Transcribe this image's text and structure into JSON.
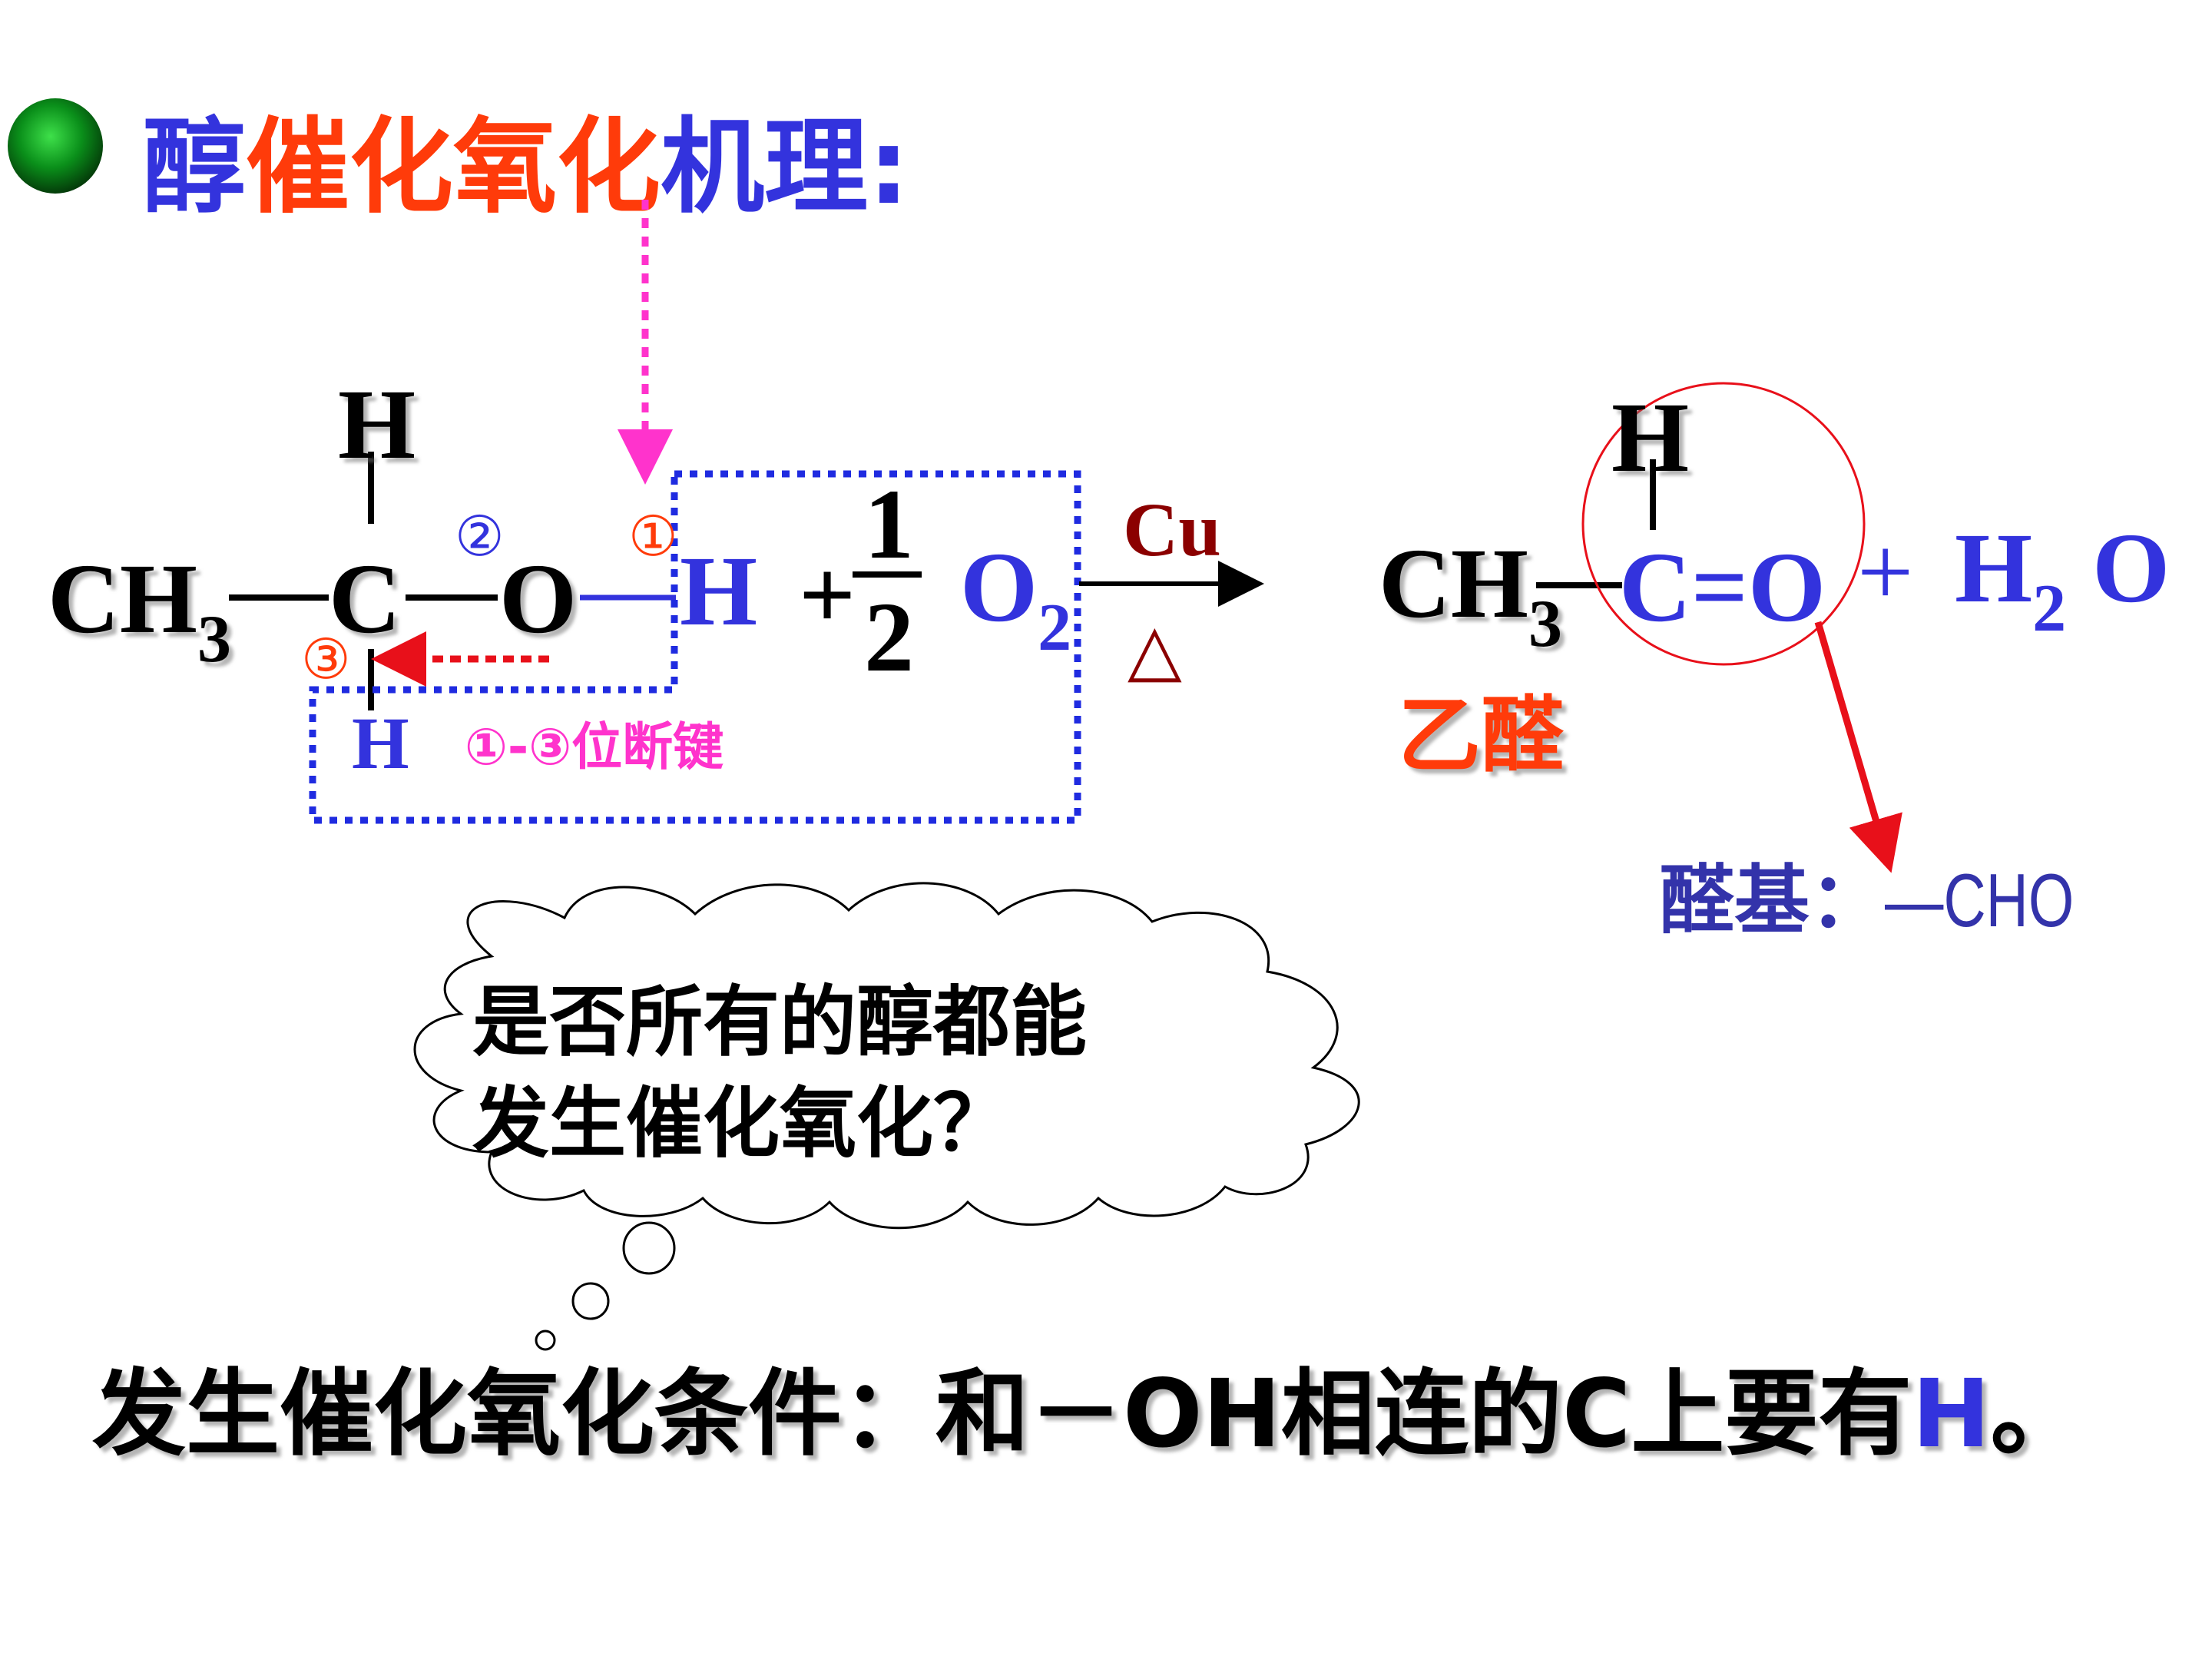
{
  "title": {
    "part1": "醇",
    "part2": "催化氧化",
    "part3": "机理:"
  },
  "colors": {
    "blue": "#3333dd",
    "red": "#ff3b0a",
    "magenta": "#ff33cc",
    "darkred": "#8b0000",
    "green": "#0a8f1a",
    "box": "#1f2be0"
  },
  "reactant": {
    "top_h": "H",
    "ch": "CH",
    "ch_sub": "3",
    "c": "C",
    "o": "O",
    "h": "H",
    "bottom_h": "H",
    "marker1": "①",
    "marker2": "②",
    "marker3": "③",
    "bond_note": "①-③位断键"
  },
  "oxygen": {
    "plus": "+",
    "num": "1",
    "den": "2",
    "o": "O",
    "o_sub": "2"
  },
  "arrow": {
    "catalyst": "Cu",
    "condition": "△"
  },
  "product": {
    "top_h": "H",
    "ch": "CH",
    "ch_sub": "3",
    "co": "C=O",
    "plus": "+",
    "h": "H",
    "h_sub": "2",
    "o": "O",
    "name": "乙醛",
    "group_label": "醛基：",
    "group_formula": "—CHO"
  },
  "cloud": {
    "line1": "是否所有的醇都能",
    "line2": "发生催化氧化？"
  },
  "condition_text": {
    "main": "发生催化氧化条件：和－OH相连的C上要有",
    "h": "H",
    "end": "。"
  }
}
